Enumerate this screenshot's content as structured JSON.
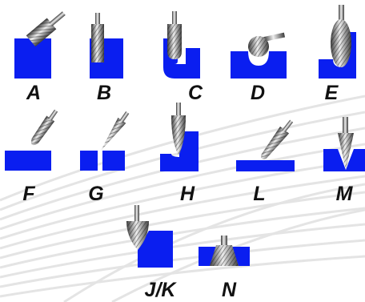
{
  "colors": {
    "workpiece": "#0a1ef0",
    "tool_body": "#aaaaaa",
    "tool_dark": "#4a4a4a",
    "tool_light": "#eeeeee",
    "background_lines": "#e4e4e4"
  },
  "burrs": [
    {
      "id": "A",
      "label": "A",
      "shape": "cylinder-end-cut"
    },
    {
      "id": "B",
      "label": "B",
      "shape": "cylinder"
    },
    {
      "id": "C",
      "label": "C",
      "shape": "cylinder-radius-end"
    },
    {
      "id": "D",
      "label": "D",
      "shape": "ball"
    },
    {
      "id": "E",
      "label": "E",
      "shape": "oval"
    },
    {
      "id": "F",
      "label": "F",
      "shape": "ball-nosed-tree"
    },
    {
      "id": "G",
      "label": "G",
      "shape": "pointed-tree"
    },
    {
      "id": "H",
      "label": "H",
      "shape": "flame"
    },
    {
      "id": "L",
      "label": "L",
      "shape": "taper-radius-end"
    },
    {
      "id": "M",
      "label": "M",
      "shape": "cone"
    },
    {
      "id": "JK",
      "label": "J/K",
      "shape": "countersink"
    },
    {
      "id": "N",
      "label": "N",
      "shape": "inverted-cone"
    }
  ]
}
